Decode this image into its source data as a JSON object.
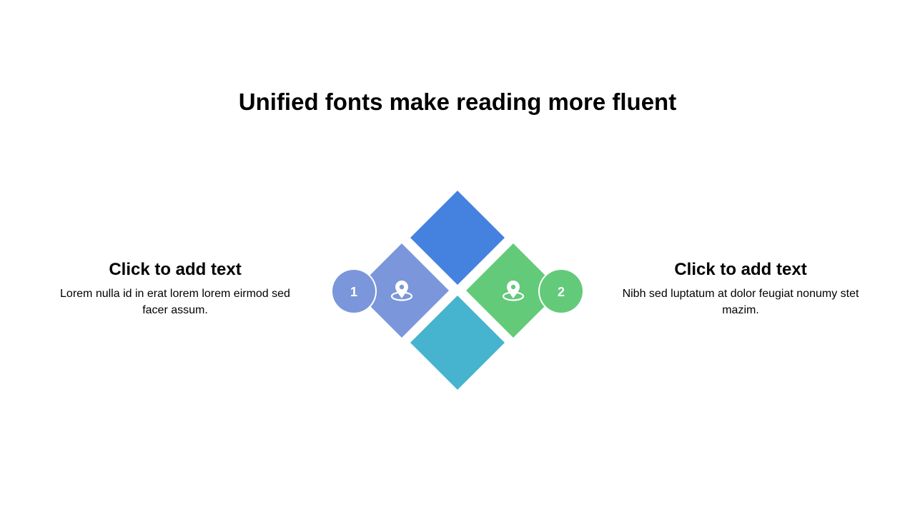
{
  "slide": {
    "title": "Unified fonts make reading more fluent"
  },
  "left_item": {
    "heading": "Click to add text",
    "body": "Lorem nulla id in erat lorem lorem eirmod sed facer assum.",
    "number": "1",
    "icon": "location-pin-icon"
  },
  "right_item": {
    "heading": "Click to add text",
    "body": "Nibh sed luptatum at dolor feugiat nonumy stet mazim.",
    "number": "2",
    "icon": "location-pin-icon"
  },
  "colors": {
    "top_diamond": "#4581DF",
    "left_diamond": "#7B96DA",
    "right_diamond": "#63CA79",
    "bottom_diamond": "#46B3CF",
    "text": "#000000",
    "background": "#FFFFFF"
  }
}
